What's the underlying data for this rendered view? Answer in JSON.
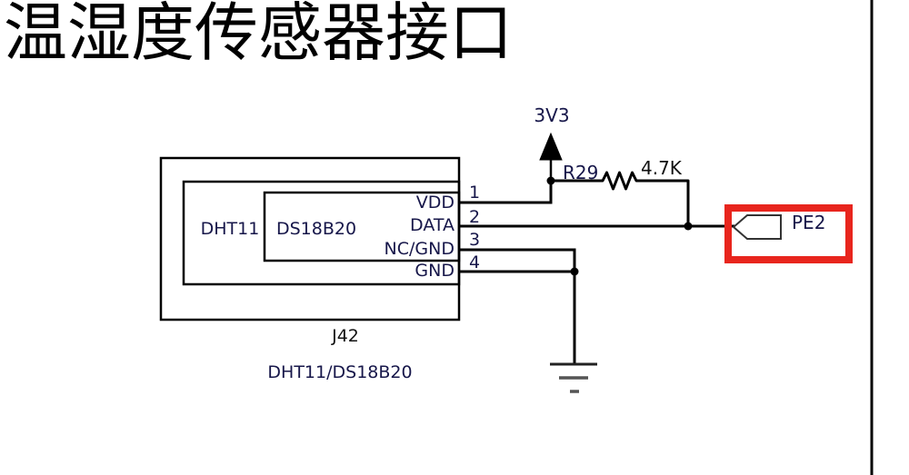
{
  "schematic": {
    "title": "温湿度传感器接口",
    "power_net": "3V3",
    "resistor": {
      "designator": "R29",
      "value": "4.7K"
    },
    "net_label": "PE2",
    "connector": {
      "designator": "J42",
      "description": "DHT11/DS18B20",
      "label_outer": "DHT11",
      "label_inner": "DS18B20",
      "pins": [
        {
          "number": "1",
          "name": "VDD"
        },
        {
          "number": "2",
          "name": "DATA"
        },
        {
          "number": "3",
          "name": "NC/GND"
        },
        {
          "number": "4",
          "name": "GND"
        }
      ]
    },
    "colors": {
      "highlight_red": "#e8251d",
      "wire": "#000000",
      "text": "#17174a"
    }
  }
}
